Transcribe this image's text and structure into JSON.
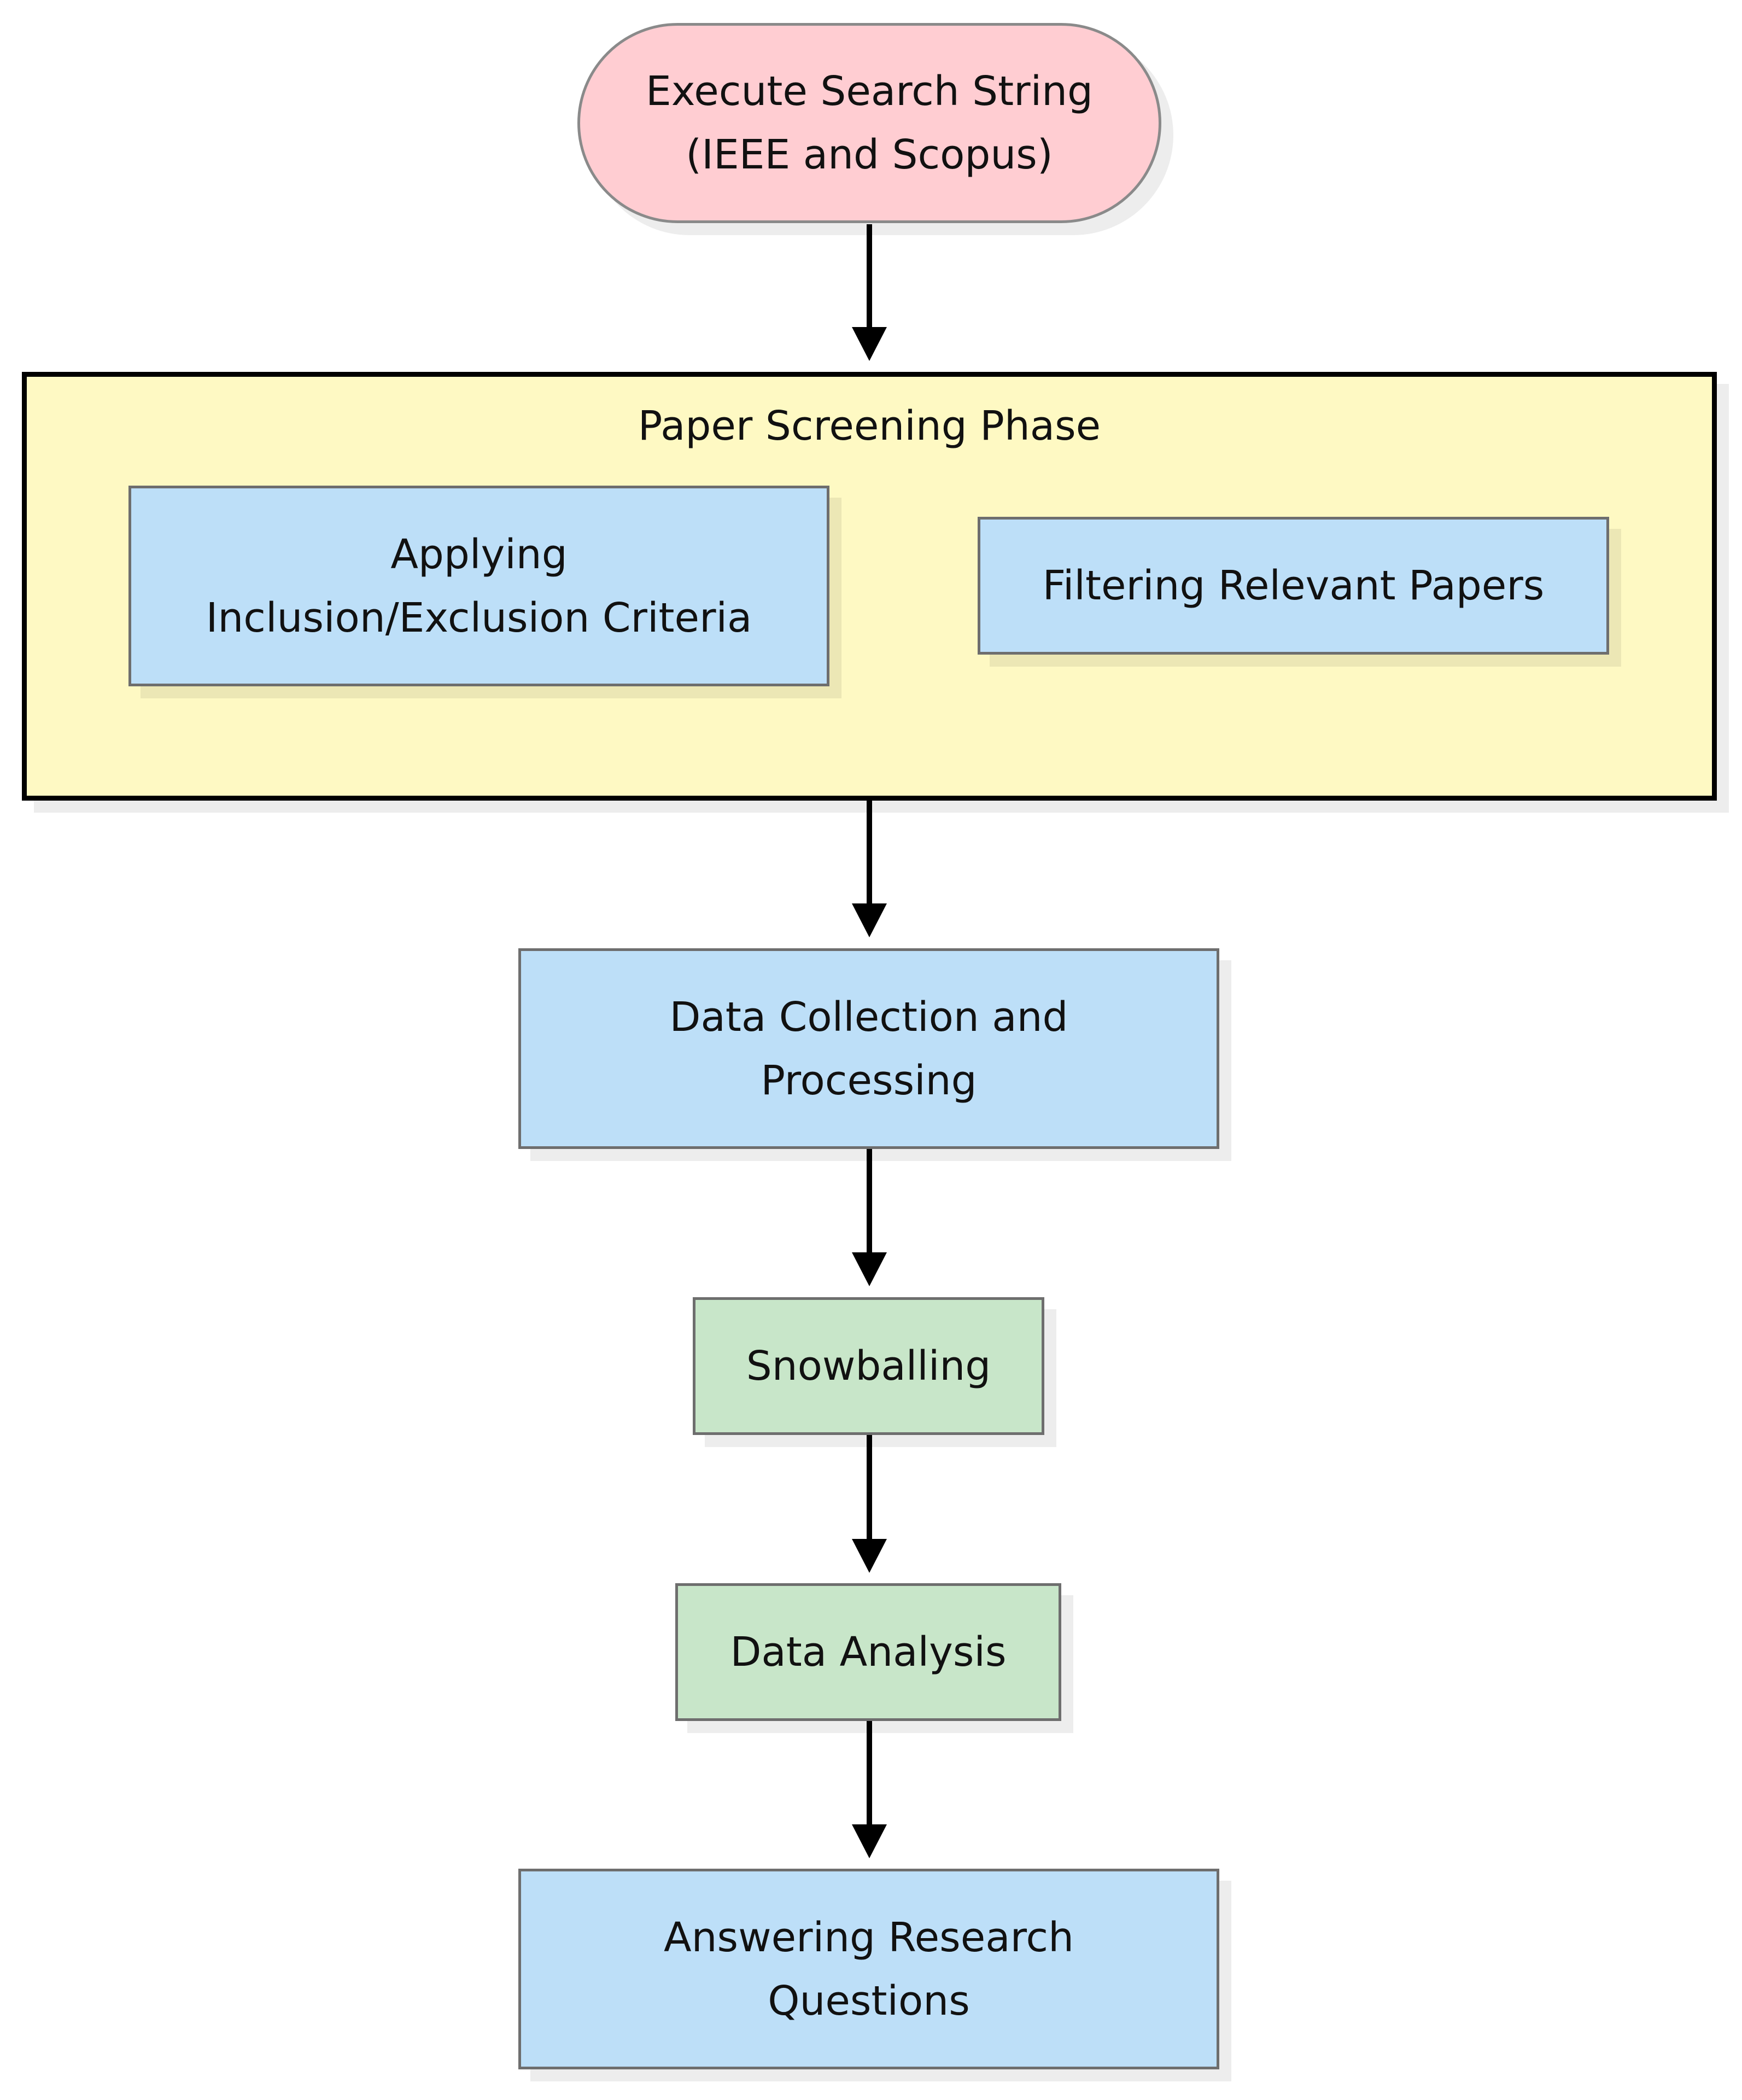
{
  "diagram": {
    "start": {
      "line1": "Execute Search String",
      "line2": "(IEEE and Scopus)"
    },
    "group": {
      "label": "Paper Screening Phase",
      "inclusion": {
        "line1": "Applying",
        "line2": "Inclusion/Exclusion Criteria"
      },
      "filtering": {
        "line1": "Filtering Relevant Papers"
      }
    },
    "collection": {
      "line1": "Data Collection and",
      "line2": "Processing"
    },
    "snowballing": {
      "line1": "Snowballing"
    },
    "analysis": {
      "line1": "Data Analysis"
    },
    "answering": {
      "line1": "Answering Research",
      "line2": "Questions"
    }
  },
  "colors": {
    "start_fill": "#ffcdd2",
    "group_fill": "#fef9c3",
    "process_blue": "#bddff8",
    "process_green": "#c8e6c9",
    "edge": "#000000"
  }
}
